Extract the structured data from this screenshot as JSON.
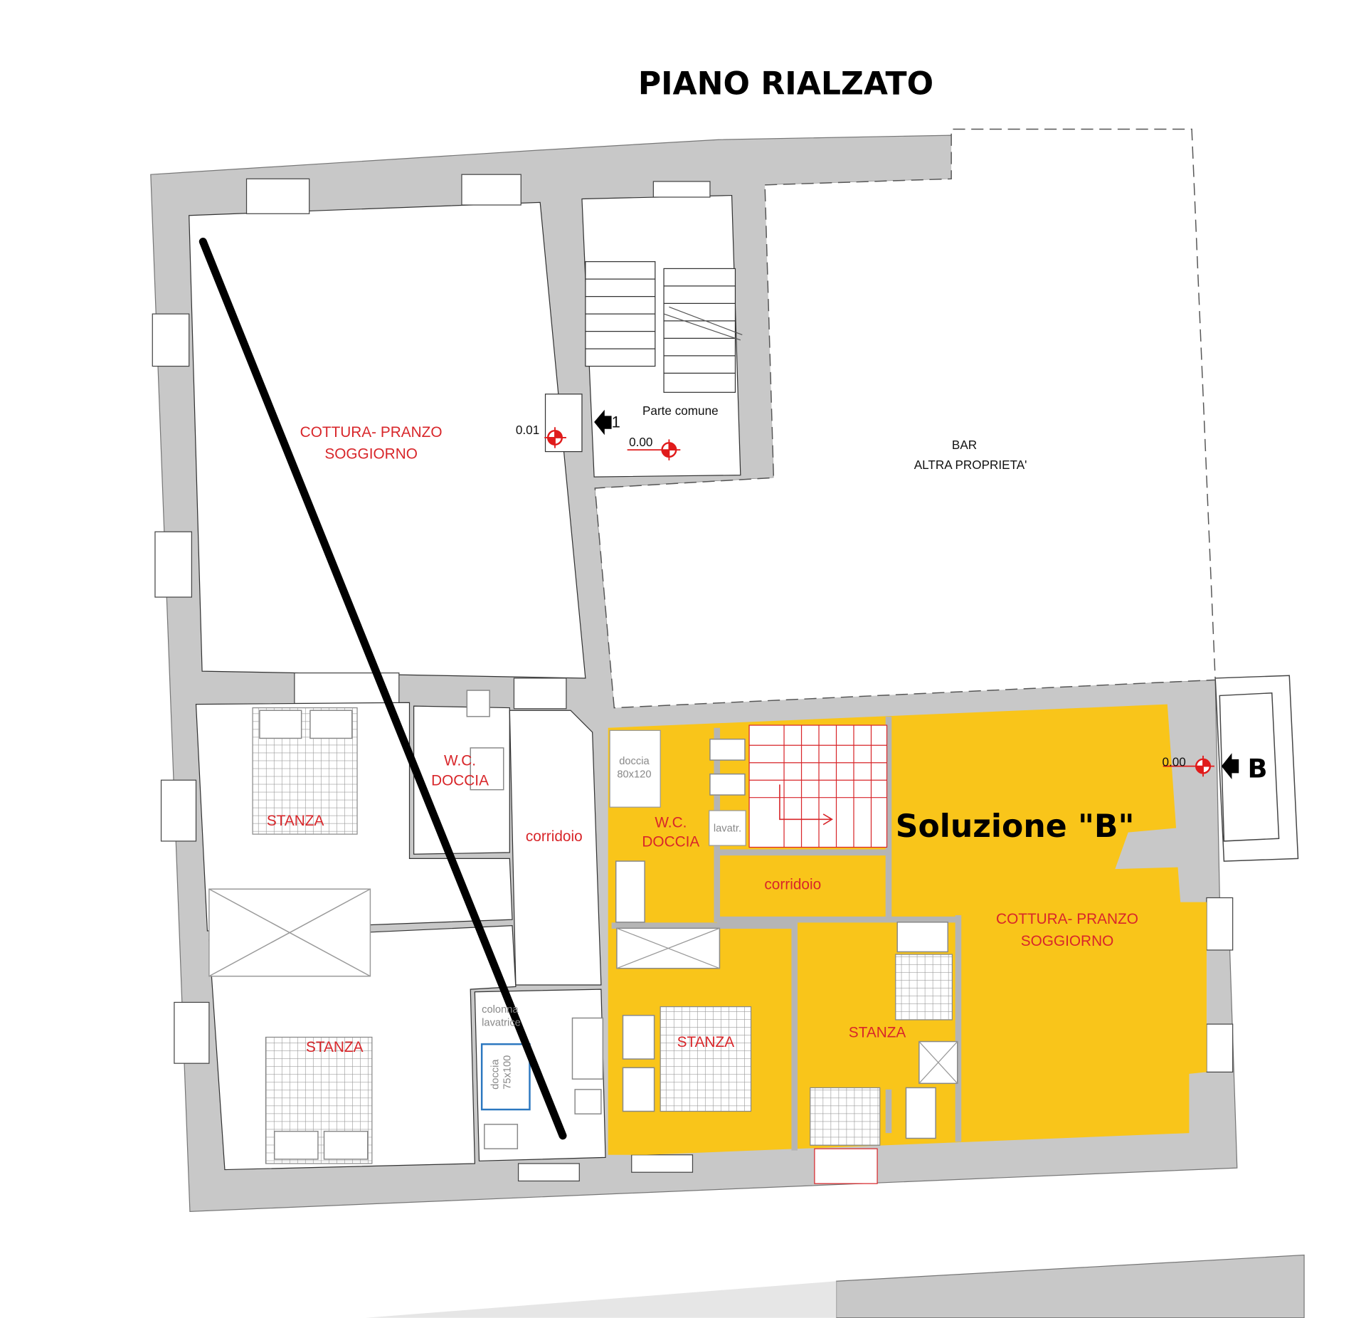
{
  "title": "PIANO RIALZATO",
  "solution_label": "Soluzione \"B\"",
  "colors": {
    "wall": "#c8c8c8",
    "highlight": "#f9c51a",
    "label_red": "#d8262a",
    "marker_red": "#e01b1b"
  },
  "rooms": {
    "upper_kitchen": [
      "COTTURA- PRANZO",
      "SOGGIORNO"
    ],
    "common_area": "Parte comune",
    "bar": [
      "BAR",
      "ALTRA PROPRIETA'"
    ],
    "left_wc": [
      "W.C.",
      "DOCCIA"
    ],
    "left_corridor": "corridoio",
    "left_bedroom_top": "STANZA",
    "left_bedroom_bottom": "STANZA",
    "laundry_column": [
      "colonna",
      "lavatrice"
    ],
    "left_shower": [
      "doccia",
      "75x100"
    ],
    "b_shower": [
      "doccia",
      "80x120"
    ],
    "b_wc": [
      "W.C.",
      "DOCCIA"
    ],
    "b_laundry": "lavatr.",
    "b_corridor": "corridoio",
    "b_kitchen": [
      "COTTURA- PRANZO",
      "SOGGIORNO"
    ],
    "b_bedroom_1": "STANZA",
    "b_bedroom_2": "STANZA"
  },
  "levels": {
    "entrance_1_left": "0.01",
    "common": "0.00",
    "entrance_b": "0.00"
  },
  "entrances": {
    "one": "1",
    "b": "B"
  },
  "icons": [
    "level-marker-icon",
    "entrance-arrow-icon"
  ]
}
